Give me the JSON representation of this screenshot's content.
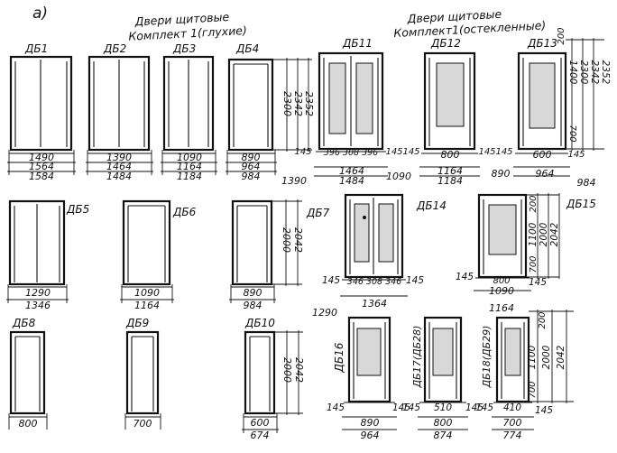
{
  "figure": {
    "panel_label": "а)",
    "group_solid": {
      "line1": "Двери щитовые",
      "line2": "Комплект 1(глухие)"
    },
    "group_glazed": {
      "line1": "Двери щитовые",
      "line2": "Комплект1(остекленные)"
    }
  },
  "doors": {
    "db1": {
      "label": "ДБ1",
      "w1": "1490",
      "w2": "1564",
      "w3": "1584"
    },
    "db2": {
      "label": "ДБ2",
      "w1": "1390",
      "w2": "1464",
      "w3": "1484"
    },
    "db3": {
      "label": "ДБ3",
      "w1": "1090",
      "w2": "1164",
      "w3": "1184"
    },
    "db4": {
      "label": "ДБ4",
      "w1": "890",
      "w2": "964",
      "w3": "984",
      "h1": "2300",
      "h2": "2342",
      "h3": "2352"
    },
    "db11": {
      "label": "ДБ11",
      "left": "145",
      "parts": "396 308 396",
      "right": "145",
      "w_outer": "1390",
      "w2": "1464",
      "w3": "1484"
    },
    "db12": {
      "label": "ДБ12",
      "left": "145",
      "w1": "800",
      "right": "145",
      "w_outer": "1090",
      "w2": "1164",
      "w3": "1184"
    },
    "db13": {
      "label": "ДБ13",
      "left": "145",
      "w1": "600",
      "right": "145",
      "w_outer": "890",
      "w2": "964",
      "w3": "984",
      "h_top": "200",
      "h1": "1400",
      "h2": "2300",
      "h3": "2342",
      "h4": "2352",
      "h_bottom": "700"
    },
    "db5": {
      "label": "ДБ5",
      "w1": "1290",
      "w2": "1346"
    },
    "db6": {
      "label": "ДБ6",
      "w1": "1090",
      "w2": "1164"
    },
    "db7": {
      "label": "ДБ7",
      "w1": "890",
      "w2": "984",
      "h1": "2000",
      "h2": "2042"
    },
    "db14": {
      "label": "ДБ14",
      "left": "145",
      "parts": "346 308 346",
      "right": "145",
      "w_outer": "1290",
      "w2": "1364"
    },
    "db15": {
      "label": "ДБ15",
      "left": "145",
      "w1": "800",
      "right": "145",
      "w_outer": "1090",
      "w2": "1164",
      "h_top": "200",
      "h1": "1100",
      "h2": "2000",
      "h3": "2042",
      "h_bottom": "700"
    },
    "db8": {
      "label": "ДБ8",
      "w1": "800"
    },
    "db9": {
      "label": "ДБ9",
      "w1": "700"
    },
    "db10": {
      "label": "ДБ10",
      "w1": "600",
      "w2": "674",
      "h1": "2000",
      "h2": "2042"
    },
    "db16": {
      "label": "ДБ16",
      "left": "145",
      "w1": "890",
      "right": "145",
      "w2": "964"
    },
    "db17": {
      "label": "ДБ17(ДБ28)",
      "left": "145",
      "w1": "510",
      "right": "145",
      "w_outer": "800",
      "w2": "874"
    },
    "db18": {
      "label": "ДБ18(ДБ29)",
      "left": "145",
      "w1": "410",
      "right": "145",
      "w_outer": "700",
      "w2": "774",
      "h_top": "200",
      "h1": "1100",
      "h2": "2000",
      "h3": "2042",
      "h_bottom": "700"
    }
  }
}
